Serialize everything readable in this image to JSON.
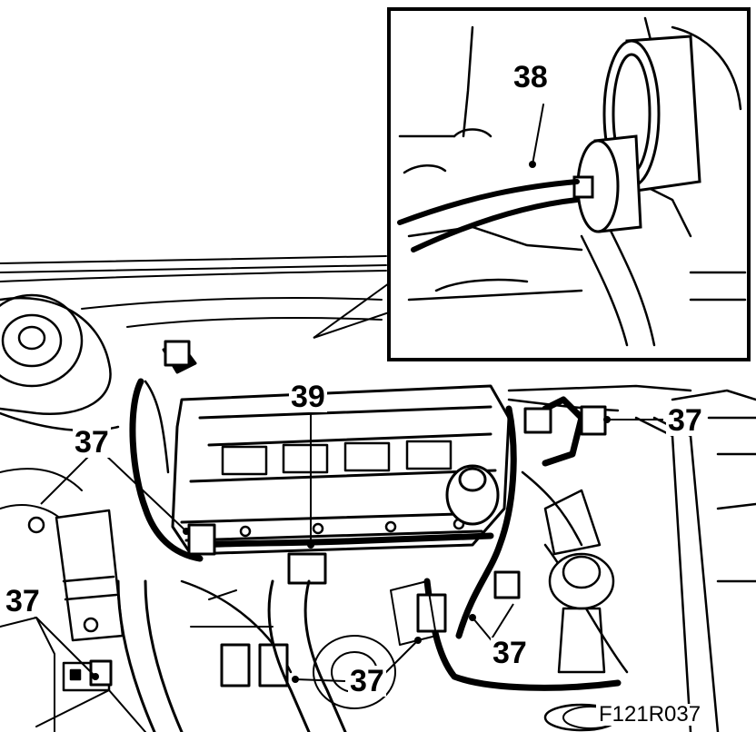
{
  "figure": {
    "code": "F121R037",
    "callouts": {
      "c38": "38",
      "c39": "39",
      "c37": "37"
    }
  }
}
